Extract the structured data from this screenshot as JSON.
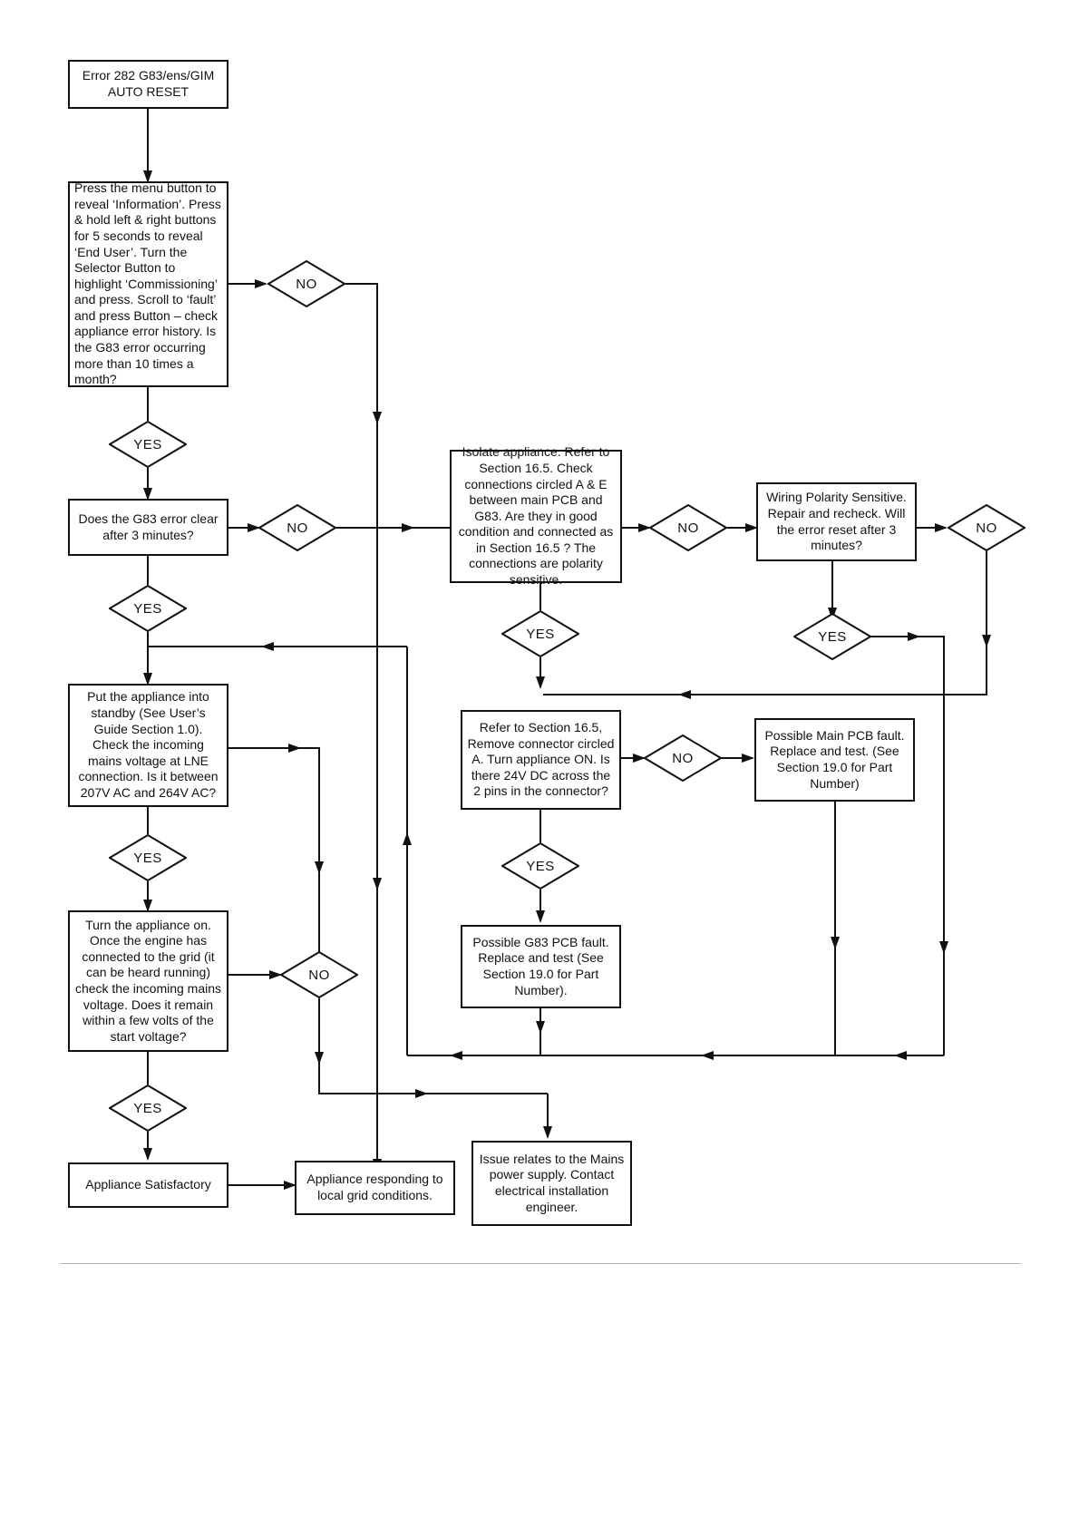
{
  "diagram": {
    "start": "Error 282 G83/ens/GIM\nAUTO RESET",
    "check_history": "Press the menu button to reveal ‘Information’. Press & hold left & right buttons for 5 seconds to reveal ‘End User’. Turn the Selector Button to highlight ‘Commissioning’ and press. Scroll to ‘fault’ and press Button – check appliance error history. Is the G83 error occurring more than 10 times a month?",
    "error_clear": "Does the G83 error clear after 3 minutes?",
    "standby_check": "Put the appliance into standby (See User’s Guide Section 1.0). Check the incoming mains voltage at LNE connection. Is it between 207V AC and 264V AC?",
    "appliance_on": "Turn the appliance on. Once the engine has connected to the grid (it can be heard running) check the incoming mains voltage. Does it remain within a few volts of the start voltage?",
    "satisfactory": "Appliance Satisfactory",
    "local_grid": "Appliance responding to local grid conditions.",
    "mains_supply": "Issue relates to the Mains power supply. Contact electrical installation engineer.",
    "isolate": "Isolate appliance. Refer to Section 16.5. Check connections circled A & E between main PCB and G83. Are they in good condition and connected as in Section 16.5 ? The connections are polarity sensitive.",
    "polarity": "Wiring Polarity Sensitive. Repair and recheck. Will the error reset after 3 minutes?",
    "connector_a": "Refer to Section 16.5, Remove connector circled A. Turn appliance ON. Is there 24V DC across the 2 pins in the connector?",
    "main_pcb_fault": "Possible Main PCB fault. Replace and test. (See Section 19.0 for Part Number)",
    "g83_pcb_fault": "Possible G83 PCB fault. Replace and test (See Section 19.0 for Part Number).",
    "yes": "YES",
    "no": "NO"
  }
}
